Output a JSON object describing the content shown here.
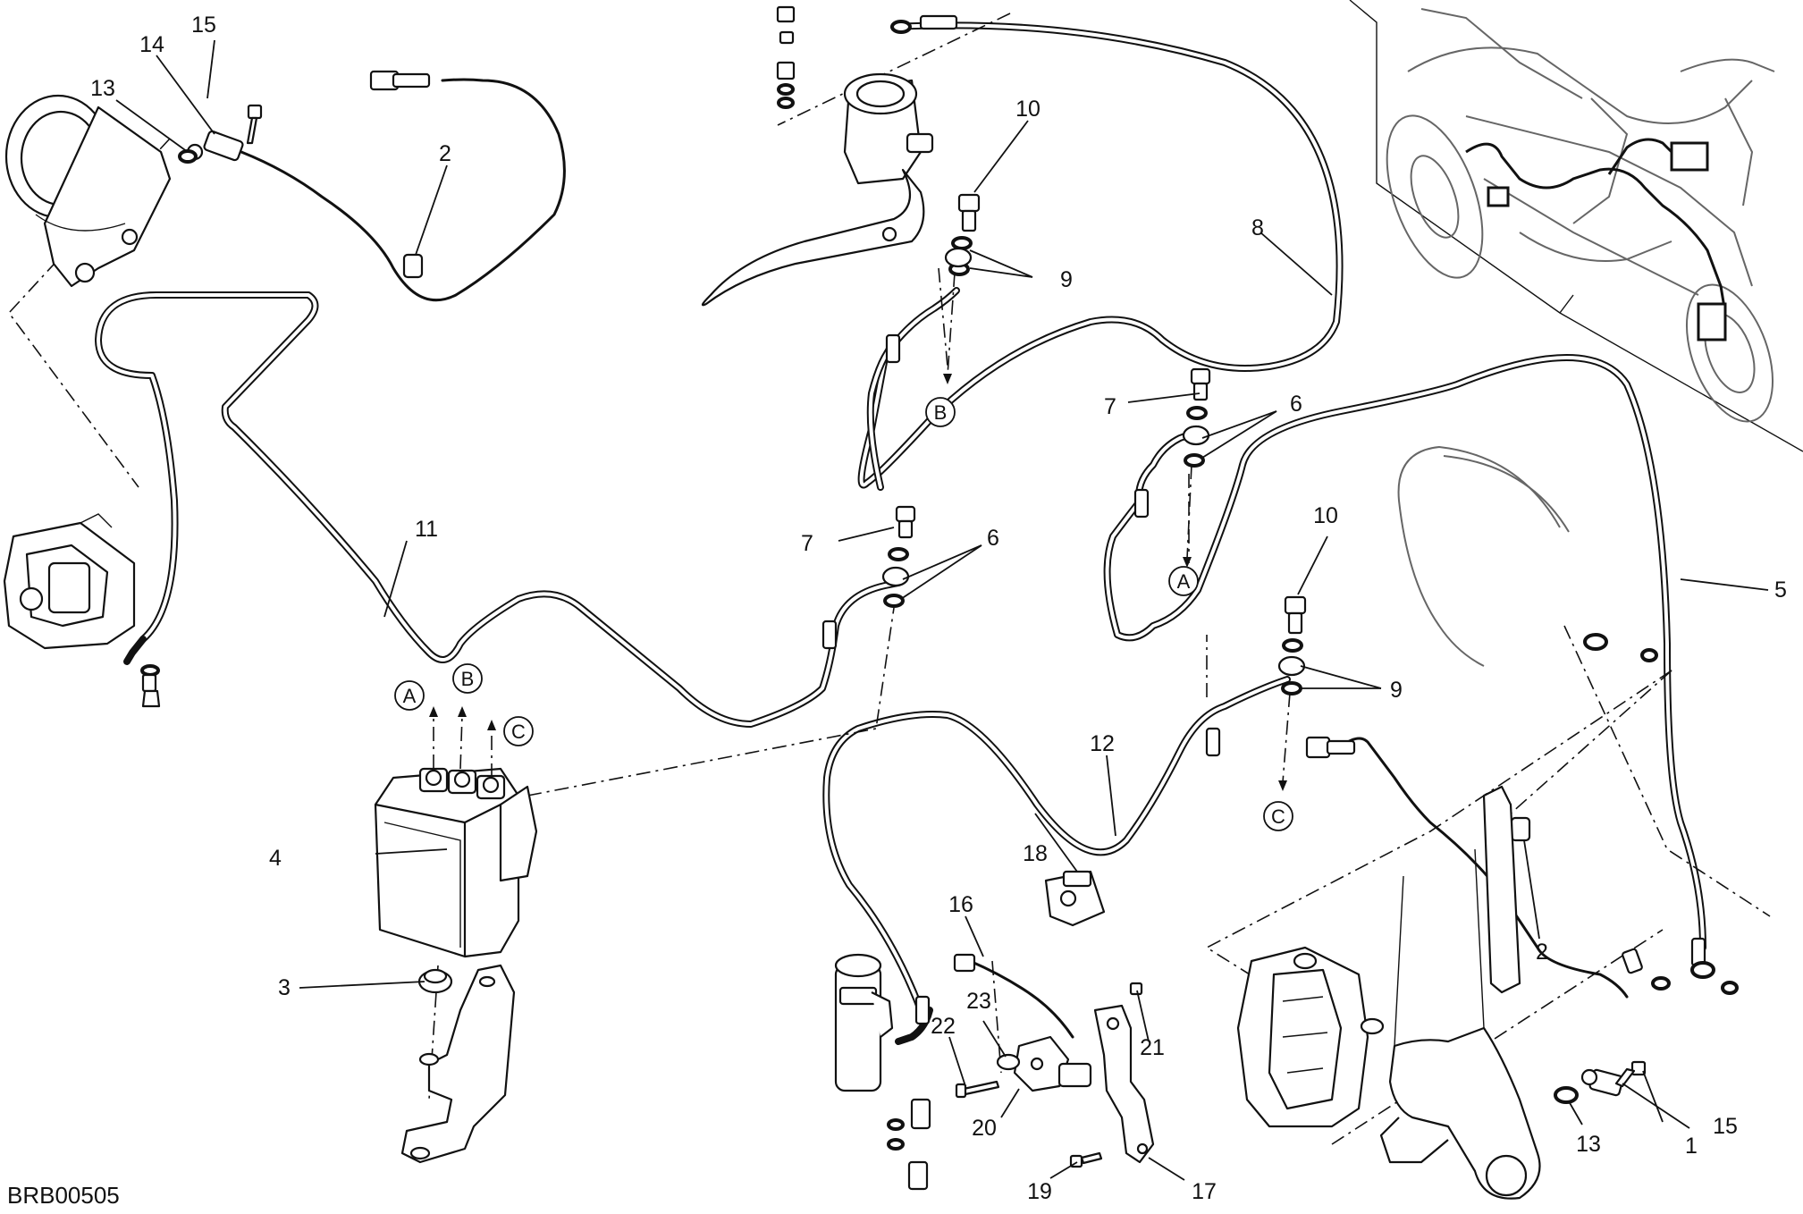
{
  "diagram": {
    "code": "BRB00505",
    "labels": [
      {
        "id": "l1",
        "text": "1"
      },
      {
        "id": "l2a",
        "text": "2"
      },
      {
        "id": "l2b",
        "text": "2"
      },
      {
        "id": "l3",
        "text": "3"
      },
      {
        "id": "l4",
        "text": "4"
      },
      {
        "id": "l5",
        "text": "5"
      },
      {
        "id": "l6a",
        "text": "6"
      },
      {
        "id": "l6b",
        "text": "6"
      },
      {
        "id": "l7a",
        "text": "7"
      },
      {
        "id": "l7b",
        "text": "7"
      },
      {
        "id": "l8",
        "text": "8"
      },
      {
        "id": "l9a",
        "text": "9"
      },
      {
        "id": "l9b",
        "text": "9"
      },
      {
        "id": "l10a",
        "text": "10"
      },
      {
        "id": "l10b",
        "text": "10"
      },
      {
        "id": "l11",
        "text": "11"
      },
      {
        "id": "l12",
        "text": "12"
      },
      {
        "id": "l13a",
        "text": "13"
      },
      {
        "id": "l13b",
        "text": "13"
      },
      {
        "id": "l14",
        "text": "14"
      },
      {
        "id": "l15a",
        "text": "15"
      },
      {
        "id": "l15b",
        "text": "15"
      },
      {
        "id": "l16",
        "text": "16"
      },
      {
        "id": "l17",
        "text": "17"
      },
      {
        "id": "l18",
        "text": "18"
      },
      {
        "id": "l19",
        "text": "19"
      },
      {
        "id": "l20",
        "text": "20"
      },
      {
        "id": "l21",
        "text": "21"
      },
      {
        "id": "l22",
        "text": "22"
      },
      {
        "id": "l23",
        "text": "23"
      }
    ],
    "refs": [
      {
        "id": "rA1",
        "text": "A"
      },
      {
        "id": "rB1",
        "text": "B"
      },
      {
        "id": "rC1",
        "text": "C"
      },
      {
        "id": "rB2",
        "text": "B"
      },
      {
        "id": "rA2",
        "text": "A"
      },
      {
        "id": "rC2",
        "text": "C"
      }
    ]
  }
}
